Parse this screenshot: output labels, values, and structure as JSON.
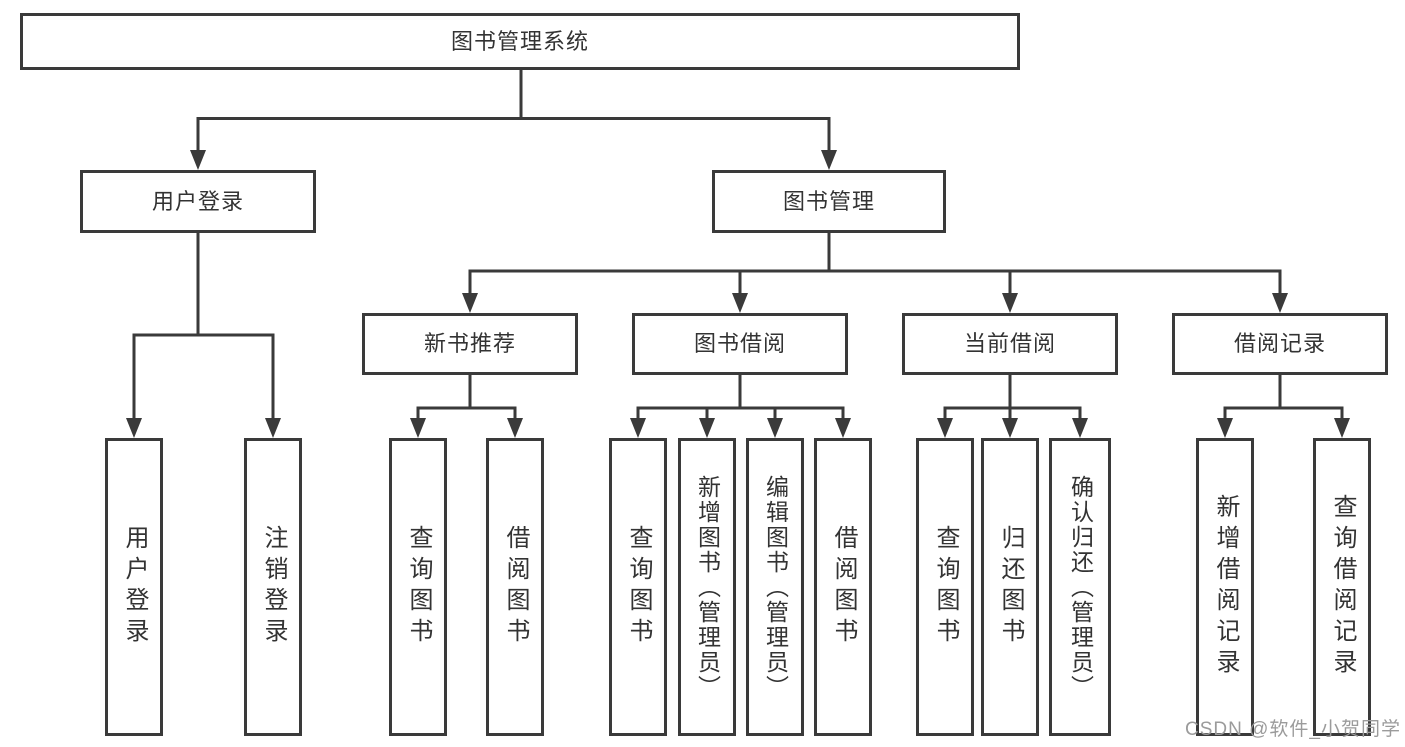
{
  "colors": {
    "line": "#3a3a3a",
    "box_border": "#3a3a3a",
    "text": "#333333",
    "watermark": "#9b9b9b",
    "background": "#ffffff"
  },
  "watermark": {
    "text": "CSDN @软件_小贺同学"
  },
  "diagram": {
    "root": {
      "label": "图书管理系统",
      "children": [
        {
          "label": "用户登录",
          "children": [
            {
              "label": "用户登录"
            },
            {
              "label": "注销登录"
            }
          ]
        },
        {
          "label": "图书管理",
          "children": [
            {
              "label": "新书推荐",
              "children": [
                {
                  "label": "查询图书"
                },
                {
                  "label": "借阅图书"
                }
              ]
            },
            {
              "label": "图书借阅",
              "children": [
                {
                  "label": "查询图书"
                },
                {
                  "label": "新增图书（管理员）"
                },
                {
                  "label": "编辑图书（管理员）"
                },
                {
                  "label": "借阅图书"
                }
              ]
            },
            {
              "label": "当前借阅",
              "children": [
                {
                  "label": "查询图书"
                },
                {
                  "label": "归还图书"
                },
                {
                  "label": "确认归还（管理员）"
                }
              ]
            },
            {
              "label": "借阅记录",
              "children": [
                {
                  "label": "新增借阅记录"
                },
                {
                  "label": "查询借阅记录"
                }
              ]
            }
          ]
        }
      ]
    }
  }
}
